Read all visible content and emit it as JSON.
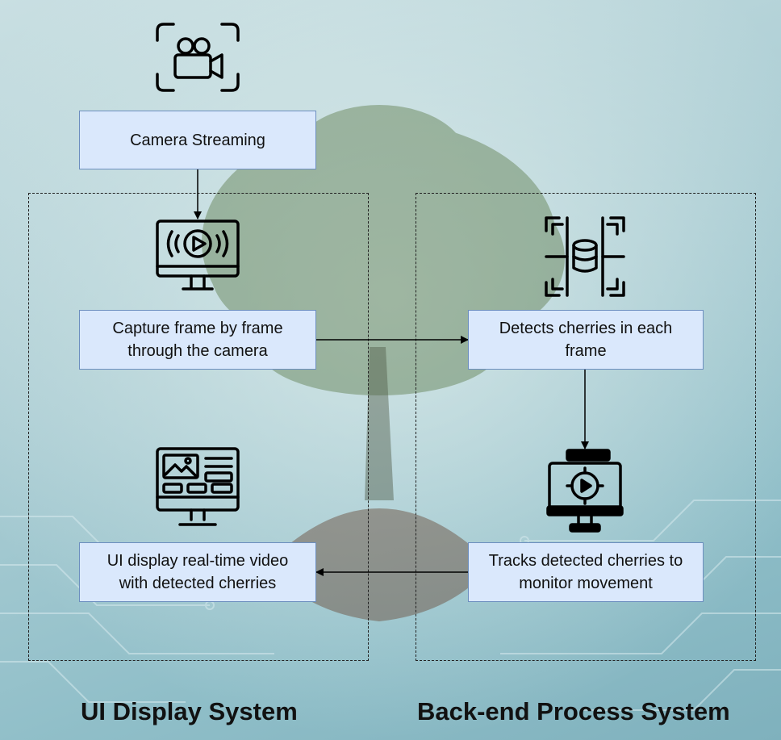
{
  "boxes": {
    "camera_streaming": "Camera Streaming",
    "capture_frame": "Capture frame by frame through the camera",
    "detects_cherries": "Detects cherries in each frame",
    "tracks_cherries": "Tracks detected cherries to monitor movement",
    "ui_display": "UI display real-time video with detected cherries"
  },
  "groups": {
    "ui_system": "UI Display System",
    "backend_system": "Back-end Process System"
  },
  "icons": {
    "camera": "video-camera-icon",
    "monitor_play": "monitor-broadcast-play-icon",
    "database_scan": "database-scan-icon",
    "tracking_monitor": "monitor-target-play-icon",
    "ui_dashboard": "dashboard-monitor-icon"
  },
  "colors": {
    "box_fill": "#dae8fc",
    "box_border": "#6c8ebf",
    "background": "#a9ccd3"
  }
}
